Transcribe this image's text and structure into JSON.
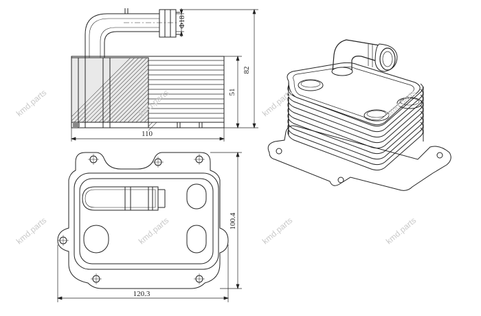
{
  "dimensions": {
    "pipe_diameter": "Φ18",
    "total_height": "82",
    "body_height": "51",
    "side_width": "110",
    "plan_height": "100.4",
    "plan_width": "120.3"
  },
  "watermarks": [
    "kmd.parts",
    "kmd.parts",
    "kmd.parts",
    "kmd.parts",
    "kmd.parts",
    "kmd.parts",
    "kmd.parts",
    "kmd.parts"
  ]
}
